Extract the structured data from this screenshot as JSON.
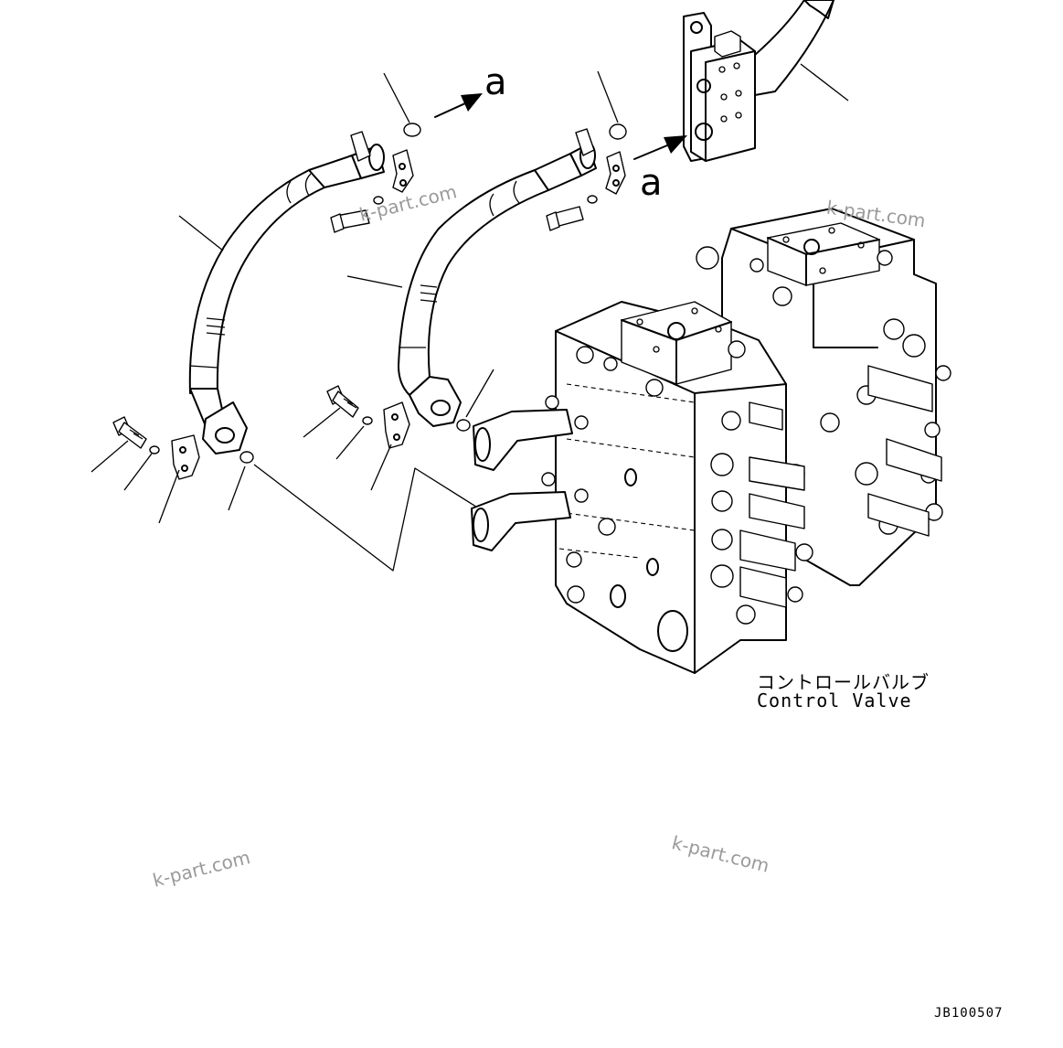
{
  "arrow_labels": [
    "a",
    "a"
  ],
  "component_label": {
    "japanese": "コントロールバルブ",
    "english": "Control Valve"
  },
  "drawing_number": "JB100507",
  "watermarks": [
    "k-part.com",
    "k-part.com",
    "k-part.com",
    "k-part.com"
  ]
}
